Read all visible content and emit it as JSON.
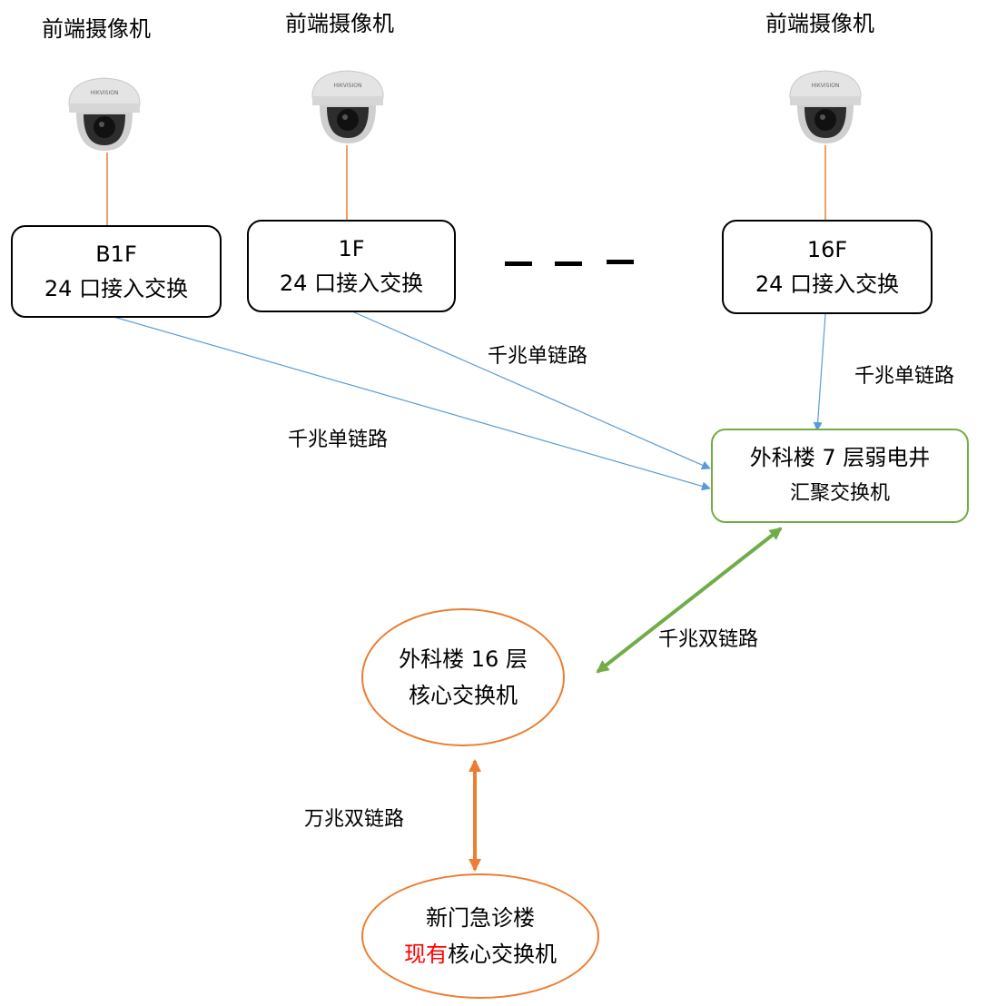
{
  "cameras": [
    {
      "title": "前端摄像机",
      "logo": "HIKVISION"
    },
    {
      "title": "前端摄像机",
      "logo": "HIKVISION"
    },
    {
      "title": "前端摄像机",
      "logo": "HIKVISION"
    }
  ],
  "access_switches": [
    {
      "floor": "B1F",
      "label": "24 口接入交换"
    },
    {
      "floor": "1F",
      "label": "24 口接入交换"
    },
    {
      "floor": "16F",
      "label": "24 口接入交换"
    }
  ],
  "aggregation_switch": {
    "line1": "外科楼 7 层弱电井",
    "line2": "汇聚交换机"
  },
  "core_switch": {
    "line1": "外科楼 16 层",
    "line2": "核心交换机"
  },
  "new_core": {
    "line1": "新门急诊楼",
    "highlight": "现有",
    "rest": "核心交换机"
  },
  "links": {
    "b1f_agg": "千兆单链路",
    "f1_agg": "千兆单链路",
    "f16_agg": "千兆单链路",
    "agg_core": "千兆双链路",
    "core_new": "万兆双链路"
  },
  "colors": {
    "camera_line": "#ed7d31",
    "single_link": "#5b9bd5",
    "double_link": "#70ad47",
    "ten_gig_link": "#ed7d31",
    "aggregation_border": "#70ad47",
    "core_border": "#ed7d31",
    "highlight": "#ff0000"
  }
}
